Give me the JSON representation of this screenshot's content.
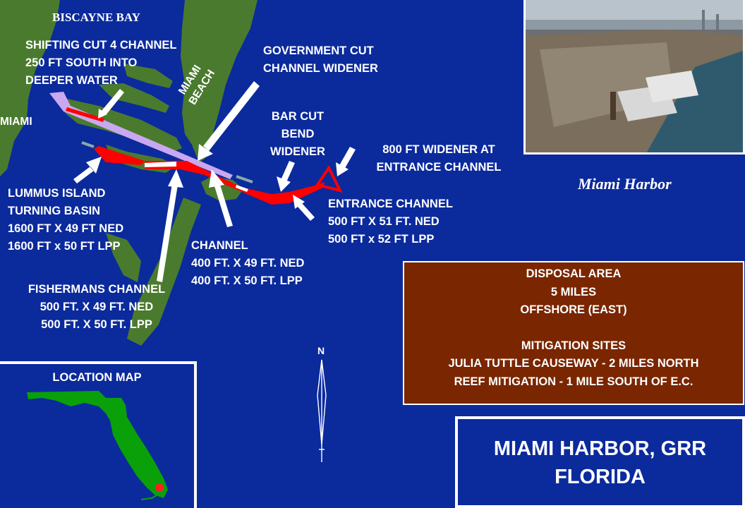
{
  "geo_labels": {
    "biscayne_bay": "BISCAYNE   BAY",
    "miami": "MIAMI",
    "miami_beach": [
      "MIAMI",
      "BEACH"
    ]
  },
  "callouts": {
    "shifting_cut": [
      "SHIFTING  CUT 4 CHANNEL",
      "250 FT SOUTH INTO",
      "DEEPER  WATER"
    ],
    "government_cut": [
      "GOVERNMENT CUT",
      "CHANNEL  WIDENER"
    ],
    "bar_cut": [
      "BAR CUT",
      "BEND",
      "WIDENER"
    ],
    "widener_800": [
      "800 FT WIDENER AT",
      "ENTRANCE  CHANNEL"
    ],
    "lummus": [
      "LUMMUS  ISLAND",
      "TURNING  BASIN",
      "1600 FT X 49 FT NED",
      "1600 FT x 50 FT LPP"
    ],
    "entrance_channel": [
      "ENTRANCE  CHANNEL",
      "500 FT X 51 FT. NED",
      "500 FT x 52 FT  LPP"
    ],
    "channel": [
      "CHANNEL",
      "400 FT. X 49 FT.  NED",
      "400 FT. X 50 FT.  LPP"
    ],
    "fishermans": [
      "FISHERMANS  CHANNEL",
      "500 FT. X 49 FT.  NED",
      "500 FT. X 50 FT.  LPP"
    ]
  },
  "photo_caption": "Miami  Harbor",
  "disposal": {
    "lines": [
      "DISPOSAL  AREA",
      "5 MILES",
      "OFFSHORE (EAST)"
    ],
    "mitigation": [
      "MITIGATION  SITES",
      "JULIA  TUTTLE CAUSEWAY - 2 MILES NORTH",
      "REEF MITIGATION  - 1 MILE SOUTH OF E.C."
    ]
  },
  "north_label": "N",
  "location_map_title": "LOCATION  MAP",
  "title": [
    "MIAMI  HARBOR,  GRR",
    "FLORIDA"
  ],
  "colors": {
    "water": "#0b2a9c",
    "land": "#4a7a2e",
    "channel": "#ff0000",
    "shifting_cut": "#c9a8f0",
    "disposal_box": "#7a2600",
    "florida": "#0aa00a"
  }
}
